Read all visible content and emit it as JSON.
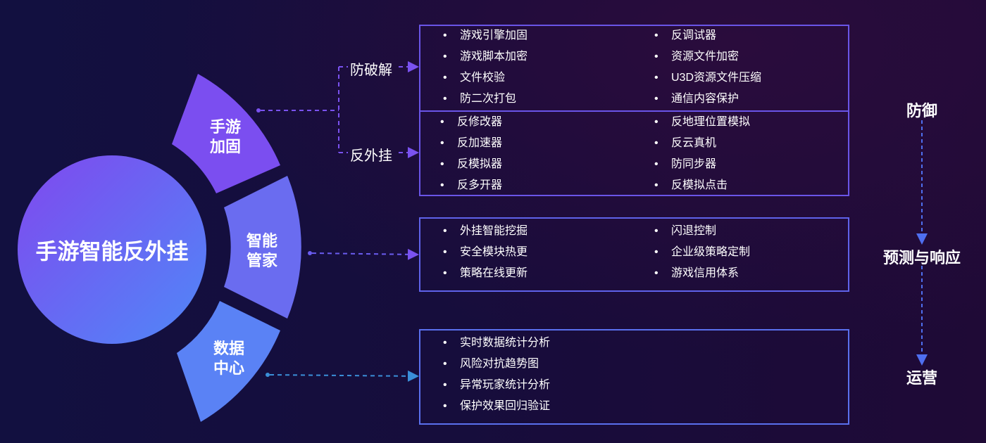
{
  "center_title": "手游智能反外挂",
  "segments": [
    {
      "label_line1": "手游",
      "label_line2": "加固"
    },
    {
      "label_line1": "智能",
      "label_line2": "管家"
    },
    {
      "label_line1": "数据",
      "label_line2": "中心"
    }
  ],
  "branches": {
    "anti_crack": "防破解",
    "anti_cheat": "反外挂"
  },
  "box1": {
    "anti_crack_left": [
      "游戏引擎加固",
      "游戏脚本加密",
      "文件校验",
      "防二次打包"
    ],
    "anti_crack_right": [
      "反调试器",
      "资源文件加密",
      "U3D资源文件压缩",
      "通信内容保护"
    ],
    "anti_cheat_left": [
      "反修改器",
      "反加速器",
      "反模拟器",
      "反多开器"
    ],
    "anti_cheat_right": [
      "反地理位置模拟",
      "反云真机",
      "防同步器",
      "反模拟点击"
    ]
  },
  "box2": {
    "left": [
      "外挂智能挖掘",
      "安全模块热更",
      "策略在线更新"
    ],
    "right": [
      "闪退控制",
      "企业级策略定制",
      "游戏信用体系"
    ]
  },
  "box3": {
    "left": [
      "实时数据统计分析",
      "风险对抗趋势图",
      "异常玩家统计分析",
      "保护效果回归验证"
    ]
  },
  "stages": [
    "防御",
    "预测与响应",
    "运营"
  ],
  "colors": {
    "segment_top": "#7b4ef0",
    "segment_mid": "#6a6cf0",
    "segment_bottom": "#5a82f5",
    "box_border": "#6a55e8",
    "connector_purple": "#7a52f0",
    "connector_blue": "#3a8fd8"
  }
}
